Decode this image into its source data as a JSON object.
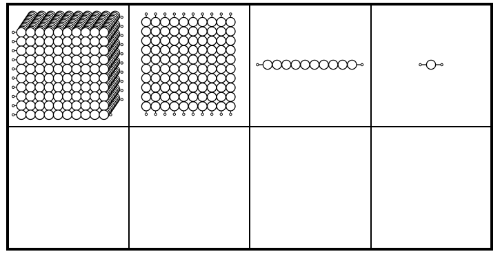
{
  "worksheet": {
    "columns": [
      "thousand",
      "hundred",
      "ten",
      "unit"
    ],
    "top_row": [
      {
        "place": "thousand",
        "bead_model": "cube",
        "side_beads": 10,
        "bead_count": 1000
      },
      {
        "place": "hundred",
        "bead_model": "square",
        "side_beads": 10,
        "bead_count": 100
      },
      {
        "place": "ten",
        "bead_model": "bar",
        "side_beads": 10,
        "bead_count": 10
      },
      {
        "place": "unit",
        "bead_model": "single",
        "side_beads": 1,
        "bead_count": 1
      }
    ],
    "bottom_row": [
      {
        "place": "thousand",
        "content": ""
      },
      {
        "place": "hundred",
        "content": ""
      },
      {
        "place": "ten",
        "content": ""
      },
      {
        "place": "unit",
        "content": ""
      }
    ],
    "colors": {
      "line": "#000000",
      "bead_fill": "#ffffff",
      "background": "#ffffff"
    }
  }
}
